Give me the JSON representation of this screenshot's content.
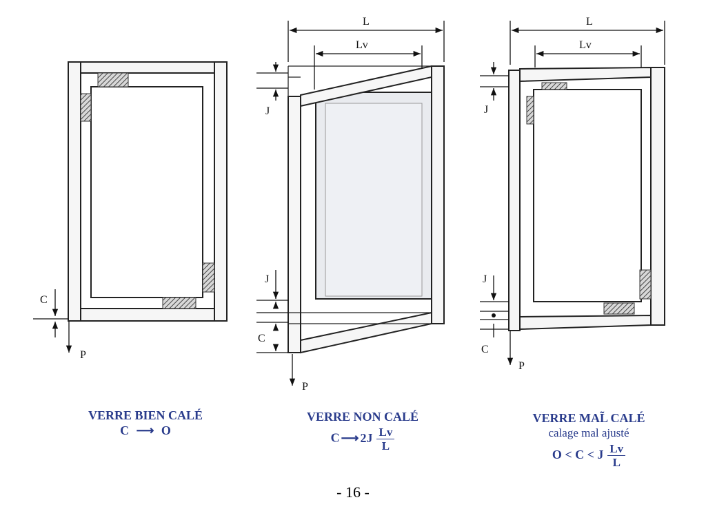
{
  "diagrams": [
    {
      "id": "bien-cale",
      "labels": {
        "c": "C",
        "p": "P"
      },
      "caption": {
        "title": "VERRE BIEN CALÉ",
        "formula_left": "C",
        "arrow": "⟶",
        "formula_right": "O"
      }
    },
    {
      "id": "non-cale",
      "labels": {
        "l": "L",
        "lv": "Lv",
        "j_top": "J",
        "j_bottom": "J",
        "c": "C",
        "p": "P"
      },
      "caption": {
        "title": "VERRE NON CALÉ",
        "formula_left": "C",
        "arrow": "⟶",
        "formula_coef": "2J",
        "frac_num": "Lv",
        "frac_den": "L"
      }
    },
    {
      "id": "mal-cale",
      "labels": {
        "l": "L",
        "lv": "Lv",
        "j_top": "J",
        "j_bottom": "J",
        "c": "C",
        "p": "P"
      },
      "caption": {
        "title": "VERRE MAL̃ CALÉ",
        "subtitle": "calage mal ajusté",
        "formula": "O < C < J",
        "frac_num": "Lv",
        "frac_den": "L"
      }
    }
  ],
  "page_number": "- 16 -",
  "colors": {
    "caption": "#2a3c8c",
    "line": "#222222",
    "frame": "#f4f4f4",
    "glass": "#ffffff",
    "glass_shaded": "#e9ebef",
    "hatch": "#555555"
  }
}
